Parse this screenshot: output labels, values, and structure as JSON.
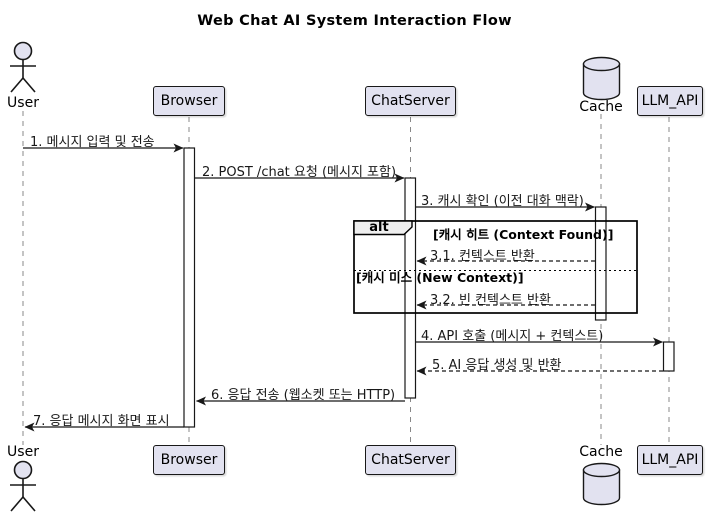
{
  "title": "Web Chat AI System Interaction Flow",
  "diagram_type": "uml-sequence",
  "participants": {
    "user": {
      "label": "User",
      "kind": "actor"
    },
    "browser": {
      "label": "Browser",
      "kind": "participant"
    },
    "chatserver": {
      "label": "ChatServer",
      "kind": "participant"
    },
    "cache": {
      "label": "Cache",
      "kind": "database"
    },
    "llm_api": {
      "label": "LLM_API",
      "kind": "participant"
    }
  },
  "messages": [
    {
      "label": "1. 메시지 입력 및 전송",
      "from": "user",
      "to": "browser",
      "style": "solid"
    },
    {
      "label": "2. POST /chat 요청 (메시지 포함)",
      "from": "browser",
      "to": "chatserver",
      "style": "solid"
    },
    {
      "label": "3. 캐시 확인 (이전 대화 맥락)",
      "from": "chatserver",
      "to": "cache",
      "style": "solid"
    },
    {
      "label": "3.1. 컨텍스트 반환",
      "from": "cache",
      "to": "chatserver",
      "style": "dashed"
    },
    {
      "label": "3.2. 빈 컨텍스트 반환",
      "from": "cache",
      "to": "chatserver",
      "style": "dashed"
    },
    {
      "label": "4. API 호출 (메시지 + 컨텍스트)",
      "from": "chatserver",
      "to": "llm_api",
      "style": "solid"
    },
    {
      "label": "5. AI 응답 생성 및 반환",
      "from": "llm_api",
      "to": "chatserver",
      "style": "dashed"
    },
    {
      "label": "6. 응답 전송 (웹소켓 또는 HTTP)",
      "from": "chatserver",
      "to": "browser",
      "style": "solid"
    },
    {
      "label": "7. 응답 메시지 화면 표시",
      "from": "browser",
      "to": "user",
      "style": "solid"
    }
  ],
  "alt_fragment": {
    "operator": "alt",
    "condition_hit": "[캐시 히트 (Context Found)]",
    "condition_miss": "[캐시 미스 (New Context)]"
  },
  "colors": {
    "participant_fill": "#E2E2F0",
    "line": "#181818",
    "lifeline": "#888888",
    "frame_label_fill": "#EEEEEE",
    "background": "#FFFFFF"
  }
}
